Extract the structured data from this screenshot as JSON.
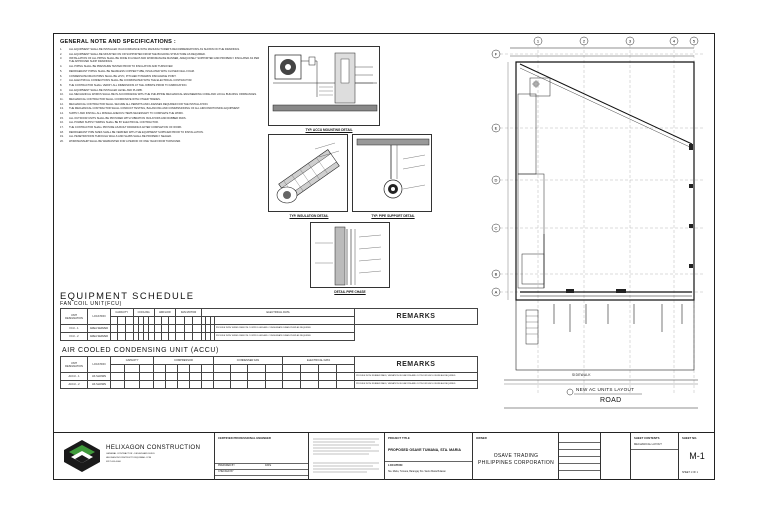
{
  "general_notes": {
    "title": "GENERAL NOTE AND SPECIFICATIONS :",
    "items": [
      {
        "num": "1.",
        "text": "ALL EQUIPMENT SHALL BE INSTALLED IN ACCORDANCE WITH MANUFACTURER'S RECOMMENDATIONS AS SHOWN ON THE DRAWINGS."
      },
      {
        "num": "2.",
        "text": "ALL EQUIPMENT SHALL BE MOUNTED ON OR SUPPORTED FROM THE BUILDING STRUCTURE AS REQUIRED."
      },
      {
        "num": "3.",
        "text": "INSTALLATION OF ALL PIPING SHALL BE DONE IN A NEAT AND WORKMANLIKE MANNER, ADEQUATELY SUPPORTED AND PROPERLY INSULATED AS PER THE APPROVED SHOP DRAWINGS."
      },
      {
        "num": "4.",
        "text": "ALL PIPING SHALL BE PRESSURE TESTED PRIOR TO INSULATION AND TURNOVER."
      },
      {
        "num": "5.",
        "text": "REFRIGERANT PIPING SHALL BE SEAMLESS COPPER TUBE, INSULATED WITH CLOSED CELL FOAM."
      },
      {
        "num": "6.",
        "text": "CONDENSATE DRAIN PIPES SHALL BE uPVC, PITCHED TOWARDS DISCHARGE POINT."
      },
      {
        "num": "7.",
        "text": "ALL ELECTRICAL CONNECTIONS SHALL BE COORDINATED WITH THE ELECTRICAL CONTRACTOR."
      },
      {
        "num": "8.",
        "text": "THE CONTRACTOR SHALL VERIFY ALL DIMENSIONS AT THE JOBSITE PRIOR TO FABRICATION."
      },
      {
        "num": "9.",
        "text": "ALL EQUIPMENT SHALL BE INSTALLED LEVEL AND PLUMB."
      },
      {
        "num": "10.",
        "text": "ALL MECHANICAL WORKS SHALL BE IN ACCORDANCE WITH THE PHILIPPINE MECHANICAL ENGINEERING CODE AND LOCAL BUILDING ORDINANCES."
      },
      {
        "num": "11.",
        "text": "MECHANICAL CONTRACTOR SHALL COORDINATE WITH OTHER TRADES."
      },
      {
        "num": "12.",
        "text": "MECHANICAL CONTRACTOR SHALL SECURE ALL PERMITS AND LICENSES REQUIRED FOR THE INSTALLATION."
      },
      {
        "num": "13.",
        "text": "THE MECHANICAL CONTRACTOR SHALL CONDUCT TESTING, BALANCING AND COMMISSIONING OF ALL AIRCONDITIONING EQUIPMENT."
      },
      {
        "num": "14.",
        "text": "SUPPLY AND INSTALL ALL MISCELLANEOUS ITEMS NECESSARY TO COMPLETE THE WORK."
      },
      {
        "num": "15.",
        "text": "ALL OUTDOOR UNITS SHALL BE PROVIDED WITH VIBRATION ISOLATORS AND RUBBER PADS."
      },
      {
        "num": "16.",
        "text": "ALL POWER SUPPLY WIRING SHALL BE BY ELECTRICAL CONTRACTOR."
      },
      {
        "num": "17.",
        "text": "THE CONTRACTOR SHALL PROVIDE AS-BUILT DRAWINGS AFTER COMPLETION OF WORK."
      },
      {
        "num": "18.",
        "text": "REFRIGERANT PIPE SIZES SHALL BE VERIFIED WITH THE EQUIPMENT SUPPLIER PRIOR TO INSTALLATION."
      },
      {
        "num": "19.",
        "text": "ALL PENETRATIONS THROUGH WALLS AND SLABS SHALL BE PROPERLY SEALED."
      },
      {
        "num": "20.",
        "text": "WORKMANSHIP SHALL BE WARRANTED FOR A PERIOD OF ONE YEAR FROM TURNOVER."
      }
    ]
  },
  "details": {
    "acu_mount": "TYP. ACCU MOUNTING DETAIL",
    "insulation": "TYP. INSULATION DETAIL",
    "pipe_support": "TYP. PIPE SUPPORT DETAIL",
    "pipe_chase": "DETAIL PIPE CHASE"
  },
  "equipment_schedule": {
    "title": "EQUIPMENT SCHEDULE",
    "fcu_subtitle": "FAN COIL UNIT(FCU)",
    "fcu_headers": [
      "UNIT DESIGNATION",
      "LOCATION",
      "CAPACITY",
      "COOLING",
      "AIRFLOW",
      "FAN MOTOR",
      "ELECTRICAL DATA",
      "REMARKS"
    ],
    "fcu_rows": [
      {
        "tag": "FCU - 1",
        "location": "AREA SERVED",
        "remarks": "PROVIDE WITH WIRED REMOTE CONTROLLER AND CONDENSATE DRAIN PUMP AS REQUIRED"
      },
      {
        "tag": "FCU - 2",
        "location": "AREA SERVED",
        "remarks": "PROVIDE WITH WIRED REMOTE CONTROLLER AND CONDENSATE DRAIN PUMP AS REQUIRED"
      }
    ],
    "acu_subtitle": "AIR COOLED CONDENSING UNIT (ACCU)",
    "acu_headers": [
      "UNIT DESIGNATION",
      "LOCATION",
      "CAPACITY",
      "COMPRESSOR",
      "CONDENSER FAN",
      "ELECTRICAL DATA",
      "REMARKS"
    ],
    "acu_rows": [
      {
        "tag": "ACCU - 1",
        "location": "AS SHOWN",
        "remarks": "PROVIDE WITH RUBBER PADS, VIBRATION ISOLATORS AND OUTDOOR ENCLOSURE AS REQUIRED"
      },
      {
        "tag": "ACCU - 2",
        "location": "AS SHOWN",
        "remarks": "PROVIDE WITH RUBBER PADS, VIBRATION ISOLATORS AND OUTDOOR ENCLOSURE AS REQUIRED"
      }
    ],
    "remarks_label": "REMARKS"
  },
  "plan": {
    "grid_bubbles_top": [
      "1",
      "2",
      "3",
      "4",
      "5"
    ],
    "grid_bubbles_side": [
      "F",
      "E",
      "D",
      "C",
      "B",
      "A"
    ],
    "sidewalk": "SIDEWALK",
    "layout_title": "NEW AC UNITS LAYOUT",
    "road": "ROAD"
  },
  "title_block": {
    "company": "HELIXAGON CONSTRUCTION",
    "company_lines": [
      "GENERAL CONTRACTOR - DESIGN AND BUILD",
      "HELIXAGONCONSTRUCTION@GMAIL.COM",
      "0917-000-0000"
    ],
    "professional_head": "CERTIFIED PROFESSIONAL ENGINEER",
    "prepared_label": "PREPARED BY",
    "date_label": "DATE",
    "checked_label": "CHECKED BY",
    "project_head": "PROJECT TITLE",
    "project": "PROPOSED OSAVE TUMANA, STA. MARIA",
    "location_label": "LOCATION",
    "location": "Sta. Maria, Tumana, Barangay Sto. Santo Maria Bulacan",
    "owner_head": "OWNER",
    "owner_line1": "OSAVE TRADING",
    "owner_line2": "PHILIPPINES CORPORATION",
    "sheet_contents_head": "SHEET CONTENTS",
    "sheet_contents": "MECHANICAL LAYOUT",
    "sheet_head": "SHEET NO.",
    "sheet": "M-1",
    "sheet_total": "SHEET 1 OF 1"
  }
}
